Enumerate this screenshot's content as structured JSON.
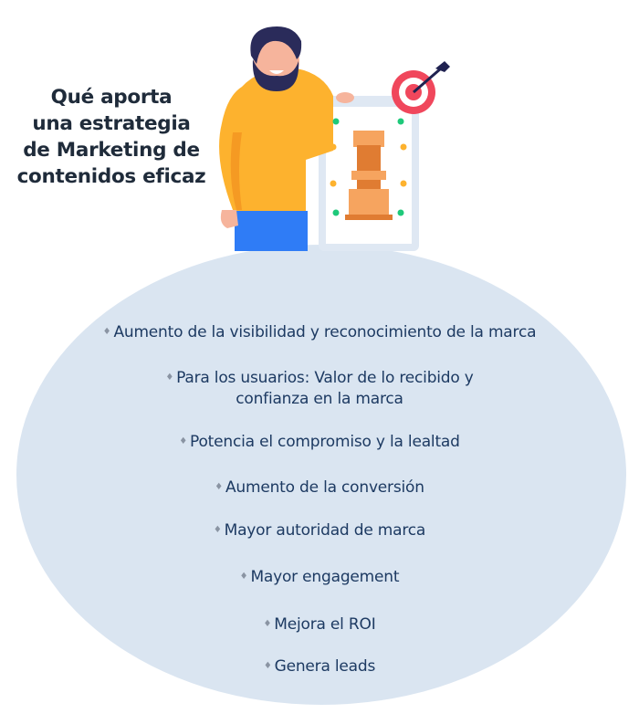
{
  "title": {
    "line1": "Qué aporta",
    "line2": "una estrategia",
    "line3": "de Marketing de",
    "line4": "contenidos eficaz"
  },
  "items": [
    {
      "text": "Aumento de la visibilidad y reconocimiento de la marca"
    },
    {
      "line1": "Para los usuarios: Valor de lo recibido y",
      "line2": "confianza en la marca"
    },
    {
      "text": "Potencia el compromiso y la lealtad"
    },
    {
      "text": "Aumento de la conversión"
    },
    {
      "text": "Mayor autoridad de marca"
    },
    {
      "text": "Mayor engagement"
    },
    {
      "text": "Mejora el ROI"
    },
    {
      "text": "Genera leads"
    }
  ],
  "bullet_glyph": "♦",
  "colors": {
    "ellipse": "#dae5f1",
    "text": "#1d3a62",
    "title": "#1f2b3a",
    "shirt": "#fdb22e",
    "pants": "#2f7cf6",
    "target": "#f0475c"
  }
}
